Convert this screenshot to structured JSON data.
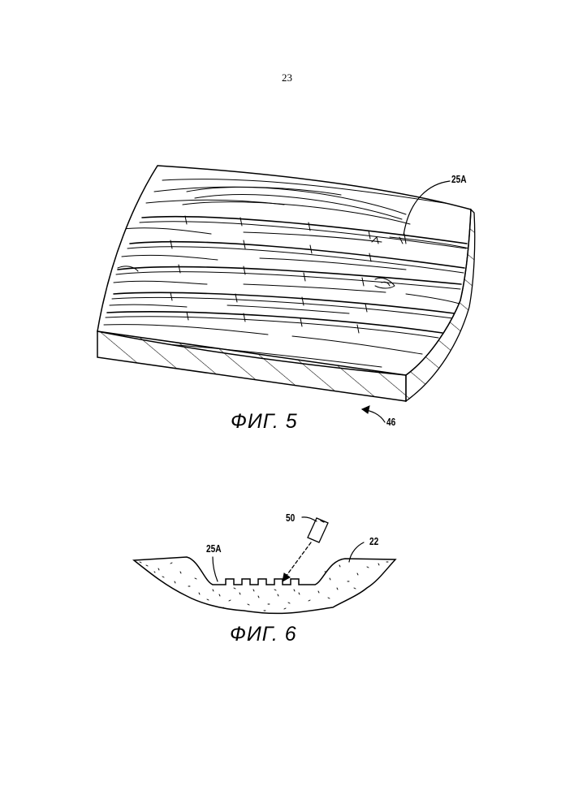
{
  "page": {
    "number": "23"
  },
  "figure5": {
    "caption": "ФИГ. 5",
    "refs": {
      "surface": "25A",
      "board": "46"
    }
  },
  "figure6": {
    "caption": "ФИГ. 6",
    "refs": {
      "tool": "50",
      "pattern": "25A",
      "substrate": "22"
    }
  }
}
